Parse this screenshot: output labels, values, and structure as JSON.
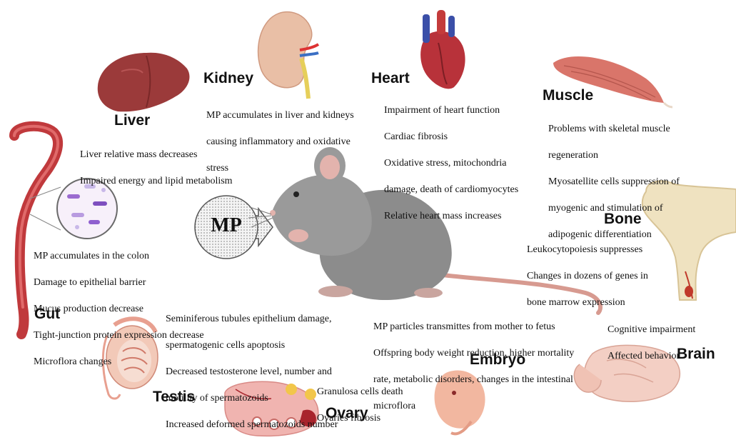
{
  "center": {
    "label": "MP"
  },
  "organs": {
    "liver": {
      "title": "Liver",
      "effects": [
        "Liver relative mass decreases",
        "Impaired energy and lipid metabolism"
      ]
    },
    "kidney": {
      "title": "Kidney",
      "effects": [
        "MP accumulates in liver and kidneys",
        "causing inflammatory and oxidative",
        "stress"
      ]
    },
    "heart": {
      "title": "Heart",
      "effects": [
        "Impairment of heart function",
        "Cardiac fibrosis",
        "Oxidative stress, mitochondria",
        "damage, death of cardiomyocytes",
        "Relative heart mass increases"
      ]
    },
    "muscle": {
      "title": "Muscle",
      "effects": [
        "Problems with skeletal muscle",
        "regeneration",
        "Myosatellite cells suppression of",
        "myogenic and stimulation of",
        "adipogenic differentiation"
      ]
    },
    "bone": {
      "title": "Bone",
      "effects": [
        "Leukocytopoiesis suppresses",
        "Changes in dozens of genes in",
        "bone marrow expression"
      ]
    },
    "gut": {
      "title": "Gut",
      "effects": [
        "MP accumulates in the colon",
        "Damage to epithelial barrier",
        "Mucus production decrease",
        "Tight-junction protein expression decrease",
        "Microflora changes"
      ]
    },
    "testis": {
      "title": "Testis",
      "effects": [
        "Seminiferous tubules epithelium damage,",
        "spermatogenic cells apoptosis",
        "Decreased testosterone level, number and",
        "motility of spermatozoids",
        "Increased deformed spermatozoids number"
      ]
    },
    "ovary": {
      "title": "Ovary",
      "effects": [
        "Granulosa cells death",
        "Ovaries fibrosis"
      ]
    },
    "embryo": {
      "title": "Embryo",
      "effects": [
        "MP particles transmittes from mother to fetus",
        "Offspring body weight reduction, higher mortality",
        "rate, metabolic disorders, changes in the intestinal",
        "microflora"
      ]
    },
    "brain": {
      "title": "Brain",
      "effects": [
        "Cognitive impairment",
        "Affected behavior"
      ]
    }
  },
  "colors": {
    "liver": "#9b3a3a",
    "kidney": "#e9bfa6",
    "heart": "#b8323a",
    "muscle": "#d9756a",
    "bone": "#efe2c0",
    "gut": "#c0393c",
    "testis": "#e8a090",
    "ovary": "#f0b4b0",
    "embryo": "#f2b7a0",
    "brain": "#f3cfc4",
    "mouse": "#8c8c8c"
  },
  "icons": [
    "liver-icon",
    "kidney-icon",
    "heart-icon",
    "muscle-icon",
    "bone-icon",
    "gut-icon",
    "bacteria-icon",
    "testis-icon",
    "ovary-icon",
    "embryo-icon",
    "brain-icon",
    "mouse-icon",
    "mp-arrow-icon"
  ]
}
